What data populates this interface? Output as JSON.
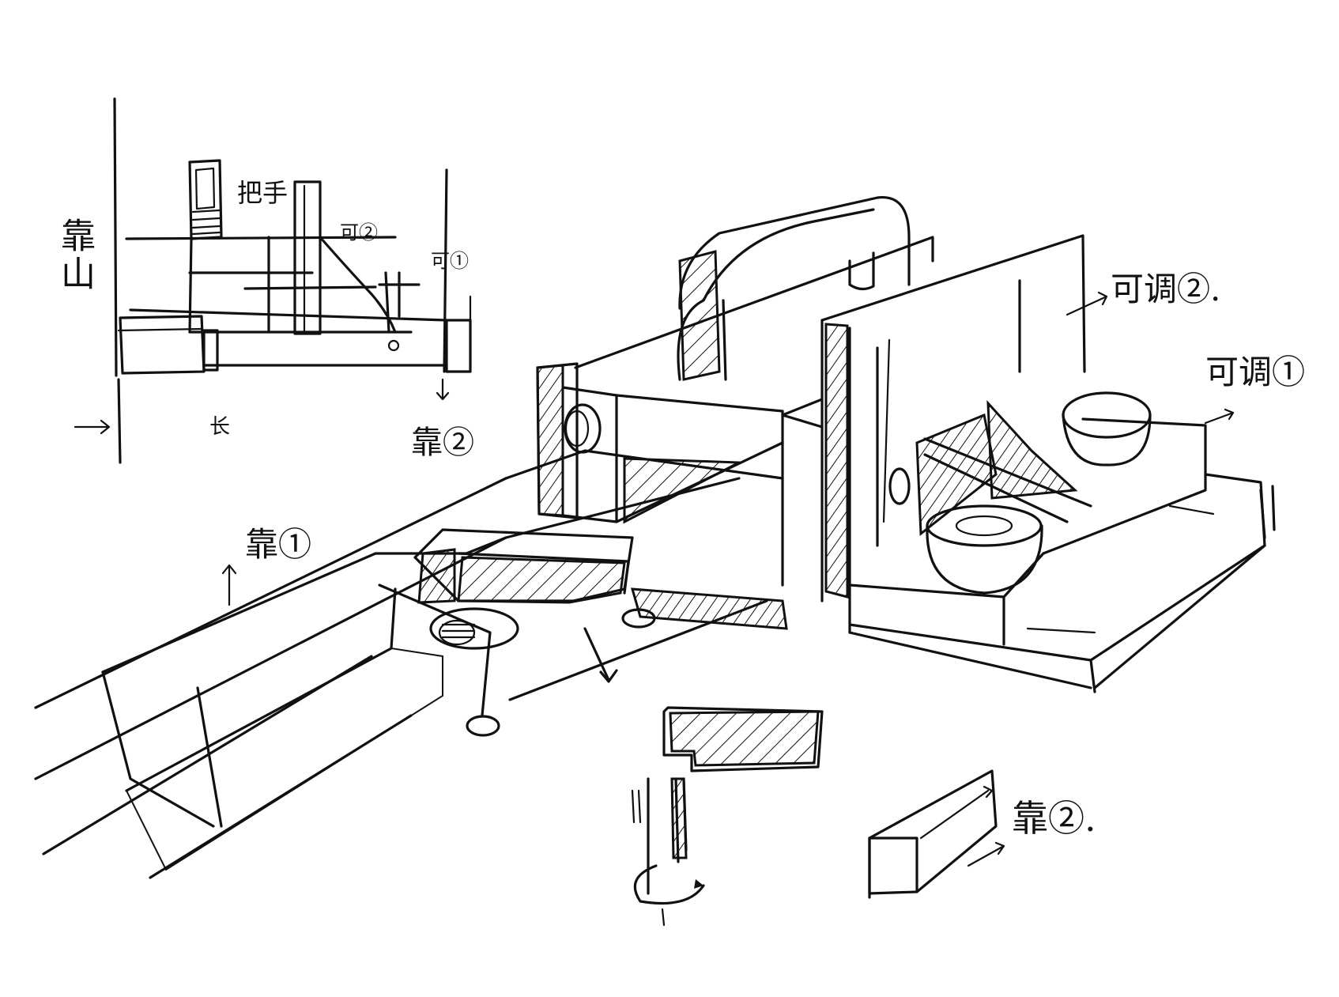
{
  "labels": {
    "vertical_wall": "靠山",
    "handle": "把手",
    "adjustable_2_small": "可②",
    "adjustable_1_small": "可①",
    "length_mark": "长",
    "lean_2_small": "靠②",
    "lean_1": "靠①",
    "adjustable_2": "可调②.",
    "adjustable_1": "可调①",
    "lean_2": "靠②."
  }
}
